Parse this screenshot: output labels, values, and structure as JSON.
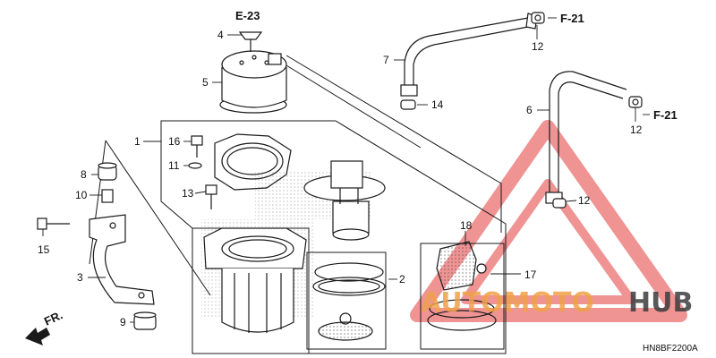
{
  "diagram": {
    "ref_codes": {
      "e23": "E-23",
      "f21_top": "F-21",
      "f21_mid": "F-21"
    },
    "parts": {
      "p1": "1",
      "p2": "2",
      "p3": "3",
      "p4": "4",
      "p5": "5",
      "p6": "6",
      "p7": "7",
      "p8": "8",
      "p9": "9",
      "p10": "10",
      "p11": "11",
      "p12a": "12",
      "p12b": "12",
      "p12c": "12",
      "p13": "13",
      "p14": "14",
      "p15": "15",
      "p16": "16",
      "p17": "17",
      "p18": "18"
    },
    "front_marker": "FR.",
    "diagram_code": "HN8BF2200A",
    "watermark": {
      "part1": "AUTOMOTO",
      "part2": "HUB"
    },
    "colors": {
      "watermark_red": "#e23b3b",
      "watermark_orange": "#f0a24a",
      "watermark_dark": "#3d3d3d",
      "line": "#1a1a1a"
    }
  }
}
